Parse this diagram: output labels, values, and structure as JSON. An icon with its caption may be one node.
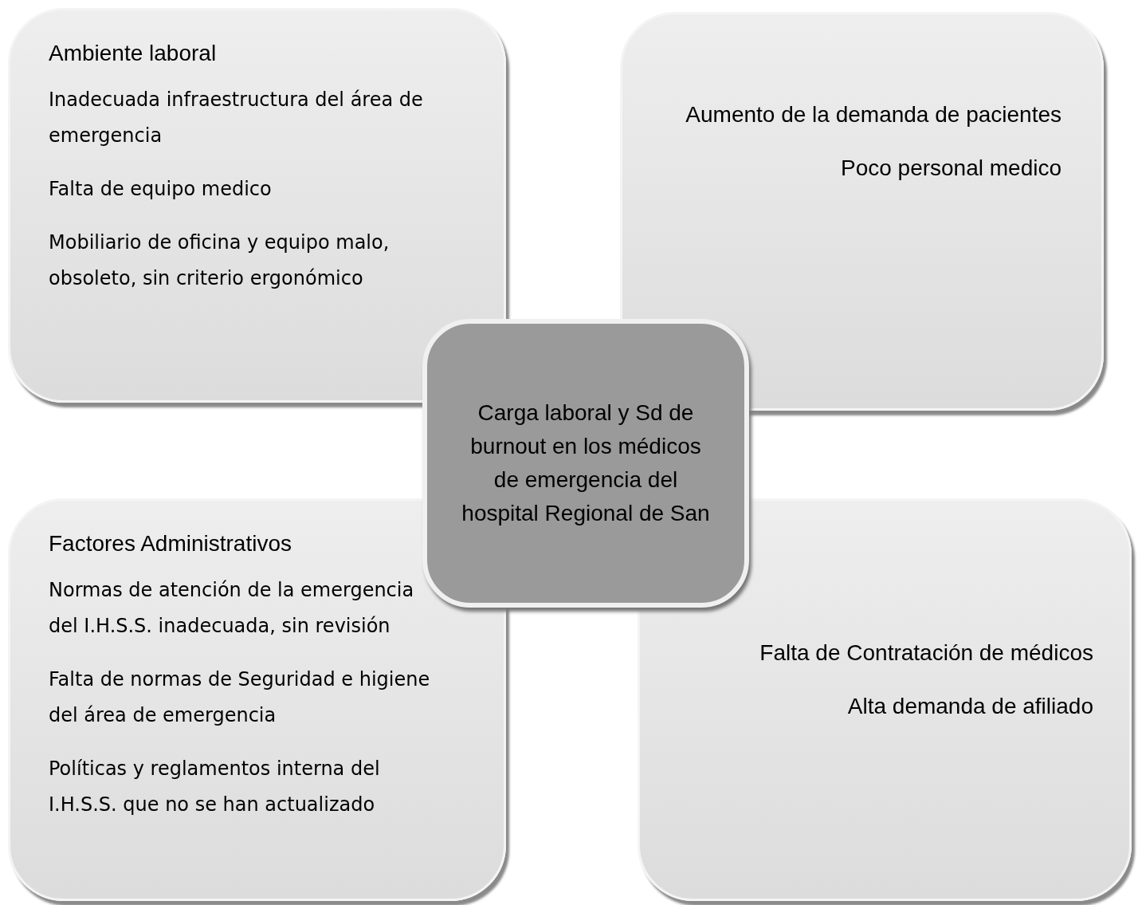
{
  "diagram": {
    "nodes": [
      {
        "text": [
          "Ambiente laboral",
          "Inadecuada infraestructura del área de emergencia",
          "Falta de equipo medico",
          "Mobiliario de oficina y equipo malo, obsoleto, sin criterio ergonómico"
        ]
      },
      {
        "text": [
          "Aumento de la demanda de pacientes",
          "Poco personal medico"
        ]
      },
      {
        "text": [
          "Carga laboral y Sd de burnout en los médicos de emergencia del hospital Regional de San"
        ]
      },
      {
        "text": [
          "Factores Administrativos",
          "Normas de atención de la emergencia del I.H.S.S. inadecuada, sin revisión",
          "Falta de normas de Seguridad e higiene del área de emergencia",
          "Políticas y reglamentos interna del I.H.S.S. que no se han actualizado"
        ]
      },
      {
        "text": [
          "Falta de Contratación de médicos",
          "Alta demanda de afiliado"
        ]
      }
    ]
  }
}
